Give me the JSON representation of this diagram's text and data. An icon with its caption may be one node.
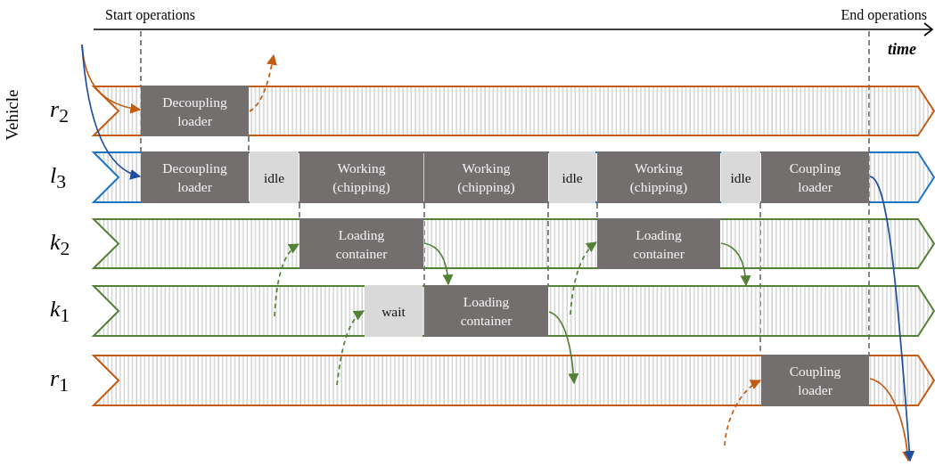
{
  "diagram": {
    "nodes": [
      {
        "text": [
          "*r*$_{2}$"
        ]
      },
      {
        "text": [
          "Decoupling loader"
        ],
        "in": 0
      },
      {
        "text": [
          "*l*$_{3}$"
        ]
      },
      {
        "text": [
          "Decoupling loader"
        ],
        "in": 2
      },
      {
        "text": [
          "idle"
        ],
        "in": 2
      },
      {
        "text": [
          "Working (chipping)"
        ],
        "in": 2
      },
      {
        "text": [
          "Working (chipping)"
        ],
        "in": 2
      },
      {
        "text": [
          "idle"
        ],
        "in": 2
      },
      {
        "text": [
          "Working (chipping)"
        ],
        "in": 2
      },
      {
        "text": [
          "idle"
        ],
        "in": 2
      },
      {
        "text": [
          "Coupling loader"
        ],
        "in": 2
      },
      {
        "text": [
          "*k*$_{2}$"
        ]
      },
      {
        "text": [
          "Loading container"
        ],
        "in": 11
      },
      {
        "text": [
          "Loading container"
        ],
        "in": 11
      },
      {
        "text": [
          "*k*$_{1}$"
        ]
      },
      {
        "text": [
          "wait"
        ],
        "in": 14
      },
      {
        "text": [
          "Loading container"
        ],
        "in": 14
      },
      {
        "text": [
          "*r*$_{1}$"
        ]
      },
      {
        "text": [
          "Coupling loader"
        ],
        "in": 17
      }
    ],
    "edges": [
      {
        "from": null,
        "to": 1,
        "arrow": "to",
        "color": "#c55a11"
      },
      {
        "from": null,
        "to": 3,
        "arrow": "to",
        "color": "#1f4e9e"
      },
      {
        "from": 1,
        "to": null,
        "arrow": "to",
        "style": "dashed",
        "color": "#c55a11"
      },
      {
        "from": 14,
        "to": 12,
        "arrow": "to",
        "style": "dashed"
      },
      {
        "from": 12,
        "to": 16,
        "arrow": "to"
      },
      {
        "from": 17,
        "to": 15,
        "arrow": "to",
        "style": "dashed"
      },
      {
        "from": 16,
        "to": 17,
        "arrow": "to"
      },
      {
        "from": 14,
        "to": 13,
        "arrow": "to",
        "style": "dashed"
      },
      {
        "from": 13,
        "to": 14,
        "arrow": "to"
      },
      {
        "from": null,
        "to": 18,
        "arrow": "to",
        "style": "dashed",
        "color": "#c55a11"
      },
      {
        "from": 18,
        "to": null,
        "arrow": "to",
        "color": "#c55a11"
      },
      {
        "from": 10,
        "to": null,
        "arrow": "to",
        "color": "#1f4e9e"
      }
    ],
    "labels": [
      "Start operations",
      "End operations",
      "time",
      "Vehicle"
    ]
  }
}
